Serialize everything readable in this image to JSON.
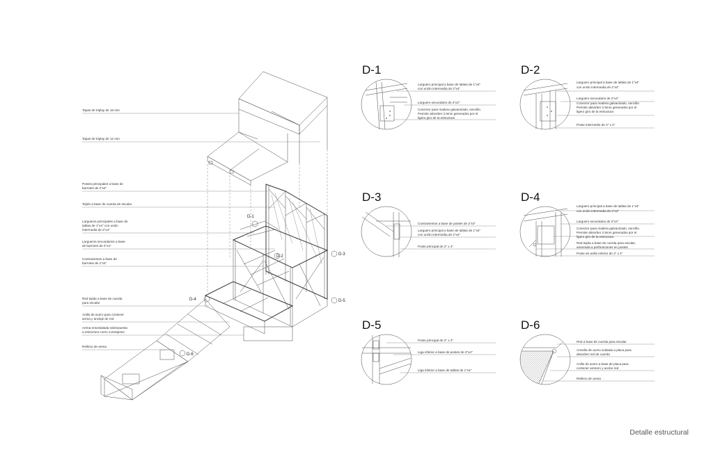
{
  "caption": "Detalle estructural",
  "axonometric": {
    "labels": [
      "Tapas de triplay de 18 mm",
      "Tapas de triplay de 12 mm",
      "Postes principales a base de",
      "barrotes de 2\"x4\"",
      "Tejido a base de cuerda de escalar",
      "Largueros principales a base de",
      "tablas de 1\"x4\" con unión",
      "intermedia de 2\"x4\"",
      "Largueros secundarios a base",
      "de barrotes de 2\"x4\"",
      "Contravientos a base de",
      "barrotes de 2\"x4\"",
      "Red tejida a base de cuerda",
      "para escalar",
      "Anillo de acero para contener",
      "arena y anclaje de red",
      "Arena ensostalada sobrepuesta",
      "a estructura como contrapeso",
      "Relleno de arena"
    ],
    "tags": [
      "D-1",
      "D-2",
      "D-3",
      "D-4",
      "D-5",
      "D-6"
    ]
  },
  "details": [
    {
      "title": "D-1",
      "notes": [
        "Larguero principal a base de tablas de 1\"x4\"",
        "con unión intermedia de 2\"x4\"",
        "Larguero secundario de 2\"x4\"",
        "Conector para madera galvanizado, sencillo.",
        "Permite absorber 2.5mm generados por el",
        "ligero giro de la estructura"
      ]
    },
    {
      "title": "D-2",
      "notes": [
        "Larguero principal a base de tablas de 1\"x4\"",
        "con unión intermedia de 2\"x4\"",
        "Larguero secundario de 2\"x4\"",
        "Conector para madera galvanizado, sencillo.",
        "Permite absorber 2.5mm generados por el",
        "ligero giro de la estructura",
        "Poste intermedio de 2\" x 4\""
      ]
    },
    {
      "title": "D-3",
      "notes": [
        "Contravientos a base de postes de 2\"x4\"",
        "Larguero principal a base de tablas de 1\"x4\"",
        "con unión intermedia de 2\"x4\"",
        "Poste principal de 2\" x 4\""
      ]
    },
    {
      "title": "D-4",
      "notes": [
        "Larguero principal a base de tablas de 1\"x4\"",
        "con unión intermedia de 2\"x4\"",
        "Larguero secundario de 2\"x4\"",
        "Conector para madera galvanizado, sencillo.",
        "Permite absorber 2.5mm generados por el",
        "ligero giro de la estructura",
        "Red tejida a base de cuerda para escalar,",
        "amarrada a perforaciones en postes",
        "Poste de anillo inferior de 2\" x 4\""
      ]
    },
    {
      "title": "D-5",
      "notes": [
        "Poste principal de 2\" x 4\"",
        "Liga inferior a base de postes de 2\"x4\"",
        "Liga inferior a base de tablas de 1\"x4\""
      ]
    },
    {
      "title": "D-6",
      "notes": [
        "Red a base de cuerda para escalar",
        "Armella de acero soldada a placa para",
        "absorber red de cuerda",
        "Anillo de acero a base de placa para",
        "contener arenero y anclar red",
        "Relleno de arena"
      ]
    }
  ]
}
